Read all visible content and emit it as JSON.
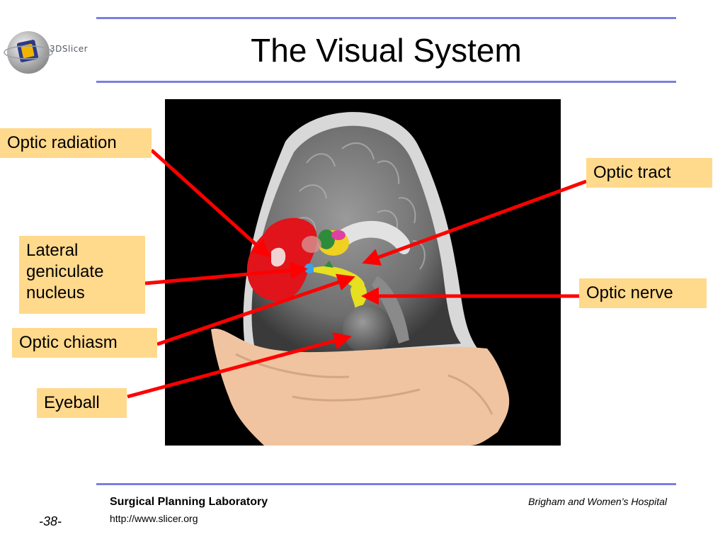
{
  "logo": {
    "text": "3DSlicer",
    "icon": "slicer-cube-logo"
  },
  "title": "The Visual System",
  "labels": {
    "optic_radiation": "Optic radiation",
    "lateral_geniculate": [
      "Lateral",
      "geniculate",
      "nucleus"
    ],
    "optic_chiasm": "Optic chiasm",
    "eyeball": "Eyeball",
    "optic_tract": "Optic tract",
    "optic_nerve": "Optic nerve"
  },
  "footer": {
    "lab": "Surgical Planning Laboratory",
    "url": "http://www.slicer.org",
    "hospital": "Brigham and Women’s Hospital",
    "page": "-38-"
  },
  "colors": {
    "accent_rule": "#7b7fe0",
    "label_bg": "#ffd98c",
    "arrow": "#ff0000",
    "skin": "#f0c4a0",
    "radiation": "#e0141a",
    "nerve": "#e6e020"
  }
}
